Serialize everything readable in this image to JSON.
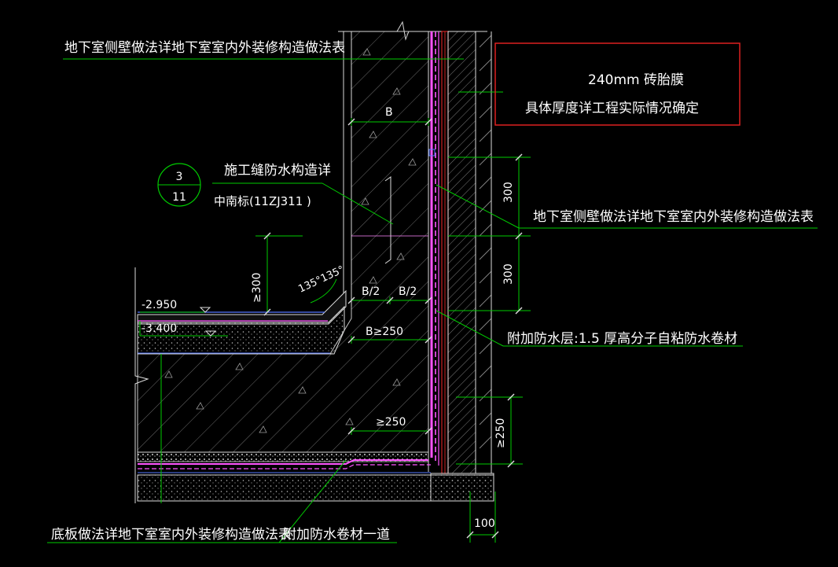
{
  "labels": {
    "wall_note_top": "地下室侧壁做法详地下室室内外装修构造做法表",
    "wall_note_right": "地下室侧壁做法详地下室室内外装修构造做法表",
    "floor_note": "底板做法详地下室室内外装修构造做法表",
    "extra_membrane_note": "附加防水卷材一道",
    "membrane_label": "附加防水层:1.5 厚高分子自粘防水卷材",
    "joint_note": "施工缝防水构造详",
    "joint_ref": "中南标(11ZJ311     )",
    "box_line1": "240mm   砖胎膜",
    "box_line2": "具体厚度详工程实际情况确定"
  },
  "detail_ref": {
    "num": "3",
    "sheet": "11"
  },
  "dims": {
    "b": "B",
    "b_half_left": "B/2",
    "b_half_right": "B/2",
    "b_min": "B≥250",
    "d250_bottom": "≥250",
    "d300_upper": "300",
    "d300_lower": "300",
    "d250_right": "≥250",
    "d300_left": "≥300",
    "d100": "100",
    "angle": "135°135°"
  },
  "elevations": {
    "e1": "-2.950",
    "e2": "-3.400"
  },
  "colors": {
    "background": "#000000",
    "text": "#ffffff",
    "line": "#d8d8d8",
    "dimension": "#00cc00",
    "membrane": "#ff55ff",
    "brick": "#cc2222",
    "box": "#dd2020",
    "blue": "#5577ff"
  }
}
